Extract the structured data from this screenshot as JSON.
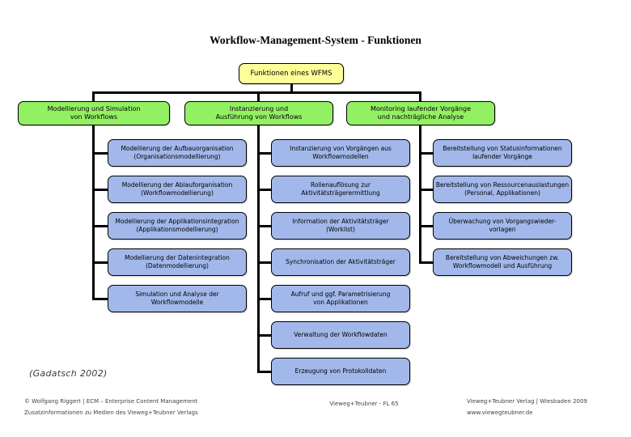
{
  "slide": {
    "title": "Workflow-Management-System - Funktionen",
    "citation": "(Gadatsch 2002)"
  },
  "tree": {
    "root": {
      "label": "Funktionen eines WFMS"
    },
    "columns": [
      {
        "header": "Modellierung und Simulation\nvon Workflows",
        "items": [
          "Modellierung der Aufbauorganisation\n(Organisationsmodellierung)",
          "Modellierung der Ablauforganisation\n(Workflowmodellierung)",
          "Modellierung der Applikationsintegration\n(Applikationsmodellierung)",
          "Modellierung der Datenintegration\n(Datenmodellierung)",
          "Simulation und Analyse der\nWorkflowmodelle"
        ]
      },
      {
        "header": "Instanzierung und\nAusführung von Workflows",
        "items": [
          "Instanzierung von Vorgängen aus\nWorkflowmodellen",
          "Rollenauflösung zur\nAktivitätsträgerermittlung",
          "Information der Aktivitätsträger\n(Worklist)",
          "Synchronisation der Aktivitätsträger",
          "Aufruf und ggf. Parametrisierung\nvon Applikationen",
          "Verwaltung der Workflowdaten",
          "Erzeugung von Protokolldaten"
        ]
      },
      {
        "header": "Monitoring laufender Vorgänge\nund nachträgliche Analyse",
        "items": [
          "Bereitstellung von Statusinformationen\nlaufender Vorgänge",
          "Bereitstellung von Ressourcenauslastungen\n(Personal, Applikationen)",
          "Überwachung von Vorgangswieder-\nvorlagen",
          "Bereitstellung von Abweichungen zw.\nWorkflowmodell und Ausführung"
        ]
      }
    ]
  },
  "footer": {
    "left_line1": "© Wolfgang Riggert | ECM – Enterprise Content Management",
    "left_line2": "Zusatzinformationen zu Medien des Vieweg+Teubner Verlags",
    "center": "Vieweg+Teubner - FL 65",
    "right_line1": "Vieweg+Teubner Verlag | Wiesbaden 2009",
    "right_line2": "www.viewegteubner.de"
  },
  "colors": {
    "root_fill": "#ffff99",
    "branch_fill": "#92f062",
    "leaf_fill": "#a2b8ea",
    "line": "#000000"
  }
}
